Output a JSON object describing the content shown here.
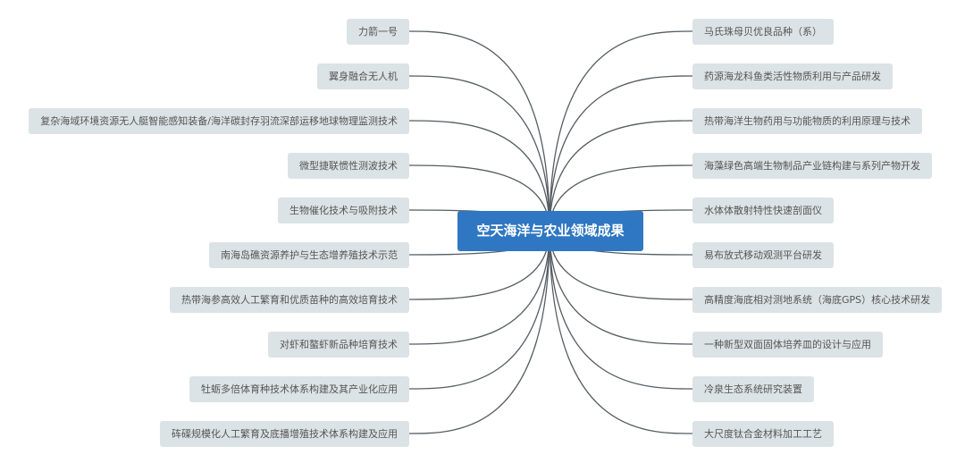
{
  "central": "空天海洋与农业领域成果",
  "colors": {
    "central": "#2f77c2",
    "node_bg": "#dce3e6",
    "link": "#555c63"
  },
  "left_nodes": [
    "力箭一号",
    "翼身融合无人机",
    "复杂海域环境资源无人艇智能感知装备/海洋碳封存羽流深部运移地球物理监测技术",
    "微型捷联惯性测波技术",
    "生物催化技术与吸附技术",
    "南海岛礁资源养护与生态增养殖技术示范",
    "热带海参高效人工繁育和优质苗种的高效培育技术",
    "对虾和螯虾新品种培育技术",
    "牡蛎多倍体育种技术体系构建及其产业化应用",
    "砗磲规模化人工繁育及底播增殖技术体系构建及应用"
  ],
  "right_nodes": [
    "马氏珠母贝优良品种（系）",
    "药源海龙科鱼类活性物质利用与产品研发",
    "热带海洋生物药用与功能物质的利用原理与技术",
    "海藻绿色高端生物制品产业链构建与系列产物开发",
    "水体体散射特性快速剖面仪",
    "易布放式移动观测平台研发",
    "高精度海底相对测地系统（海底GPS）核心技术研发",
    "一种新型双面固体培养皿的设计与应用",
    "冷泉生态系统研究装置",
    "大尺度钛合金材料加工工艺"
  ]
}
